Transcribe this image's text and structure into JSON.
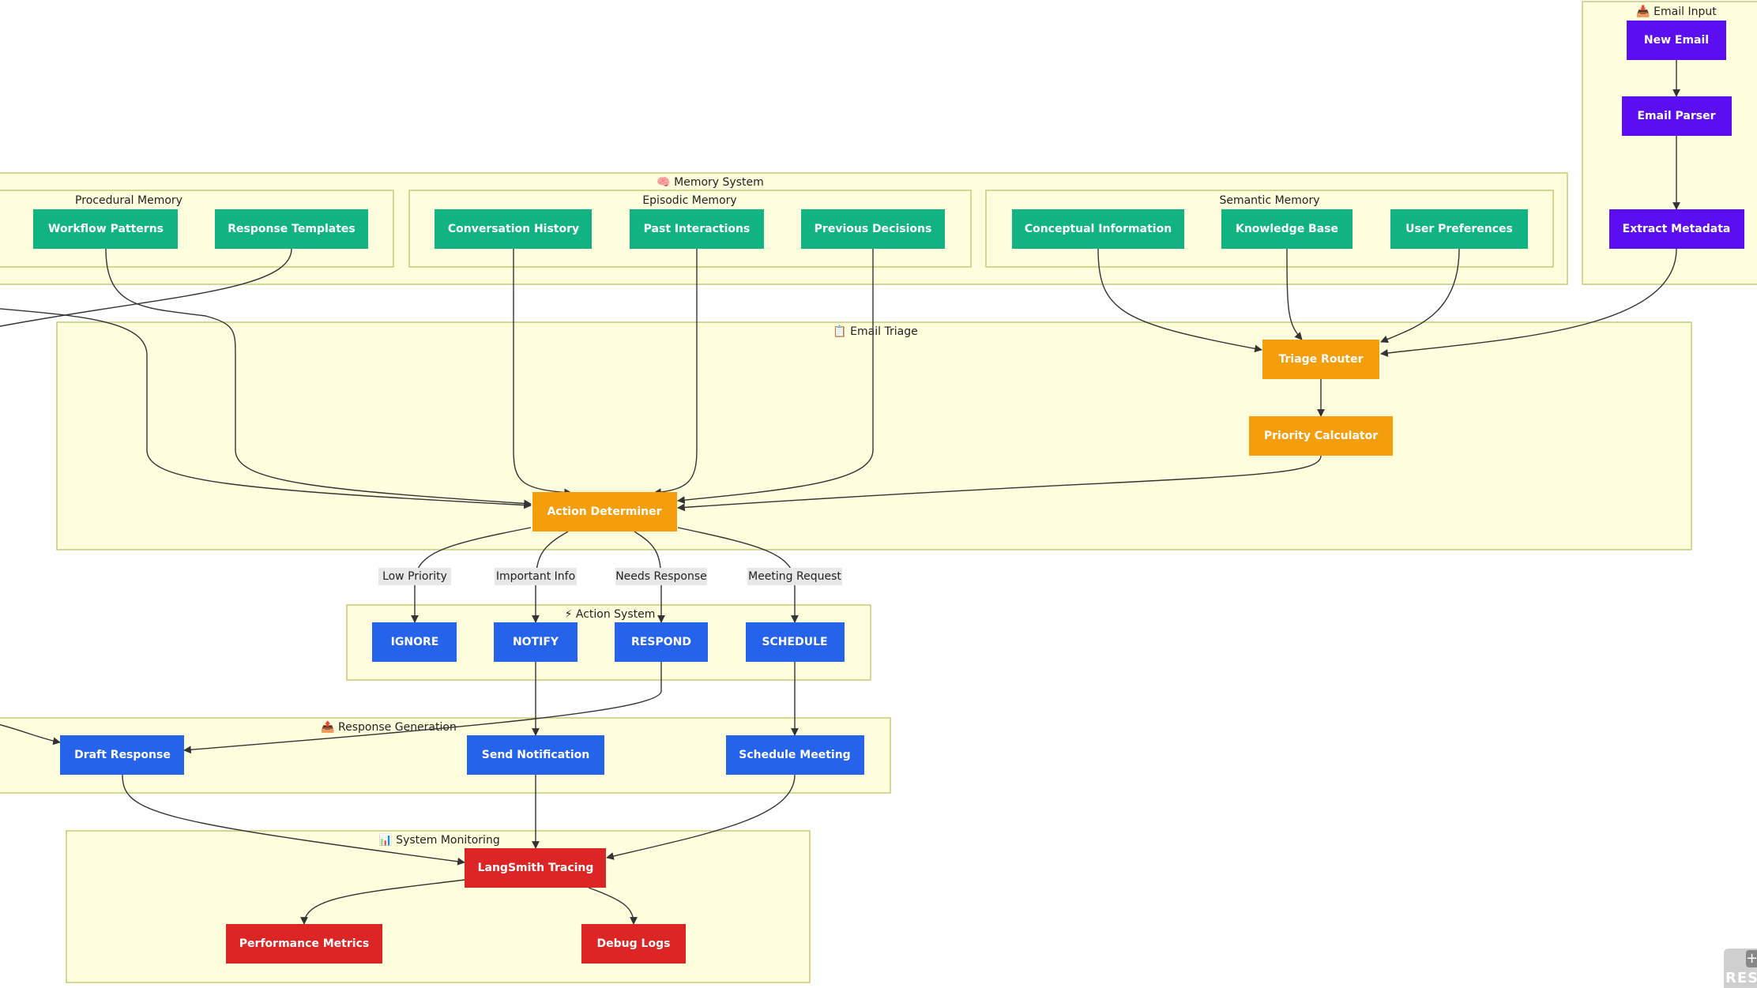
{
  "clusters": {
    "email_input": "📥 Email Input",
    "memory_system": "🧠 Memory System",
    "procedural_memory": "Procedural Memory",
    "episodic_memory": "Episodic Memory",
    "semantic_memory": "Semantic Memory",
    "email_triage": "📋 Email Triage",
    "action_system": "⚡ Action System",
    "response_generation": "📤 Response Generation",
    "system_monitoring": "📊 System Monitoring"
  },
  "nodes": {
    "new_email": "New Email",
    "email_parser": "Email Parser",
    "extract_metadata": "Extract Metadata",
    "workflow_patterns": "Workflow Patterns",
    "response_templates": "Response Templates",
    "conversation_history": "Conversation History",
    "past_interactions": "Past Interactions",
    "previous_decisions": "Previous Decisions",
    "conceptual_information": "Conceptual Information",
    "knowledge_base": "Knowledge Base",
    "user_preferences": "User Preferences",
    "triage_router": "Triage Router",
    "priority_calculator": "Priority Calculator",
    "action_determiner": "Action Determiner",
    "ignore": "IGNORE",
    "notify": "NOTIFY",
    "respond": "RESPOND",
    "schedule": "SCHEDULE",
    "draft_response": "Draft Response",
    "send_notification": "Send Notification",
    "schedule_meeting": "Schedule Meeting",
    "langsmith_tracing": "LangSmith Tracing",
    "performance_metrics": "Performance Metrics",
    "debug_logs": "Debug Logs"
  },
  "edge_labels": {
    "low_priority": "Low Priority",
    "important_info": "Important Info",
    "needs_response": "Needs Response",
    "meeting_request": "Meeting Request"
  },
  "colors": {
    "input": "#5b0ef0",
    "memory": "#12b382",
    "triage": "#f59e0c",
    "action": "#2563eb",
    "monitoring": "#dc2626",
    "cluster_fill": "#ffffde",
    "cluster_border": "#c9c97a"
  },
  "controls": {
    "reset_label": "RES"
  }
}
